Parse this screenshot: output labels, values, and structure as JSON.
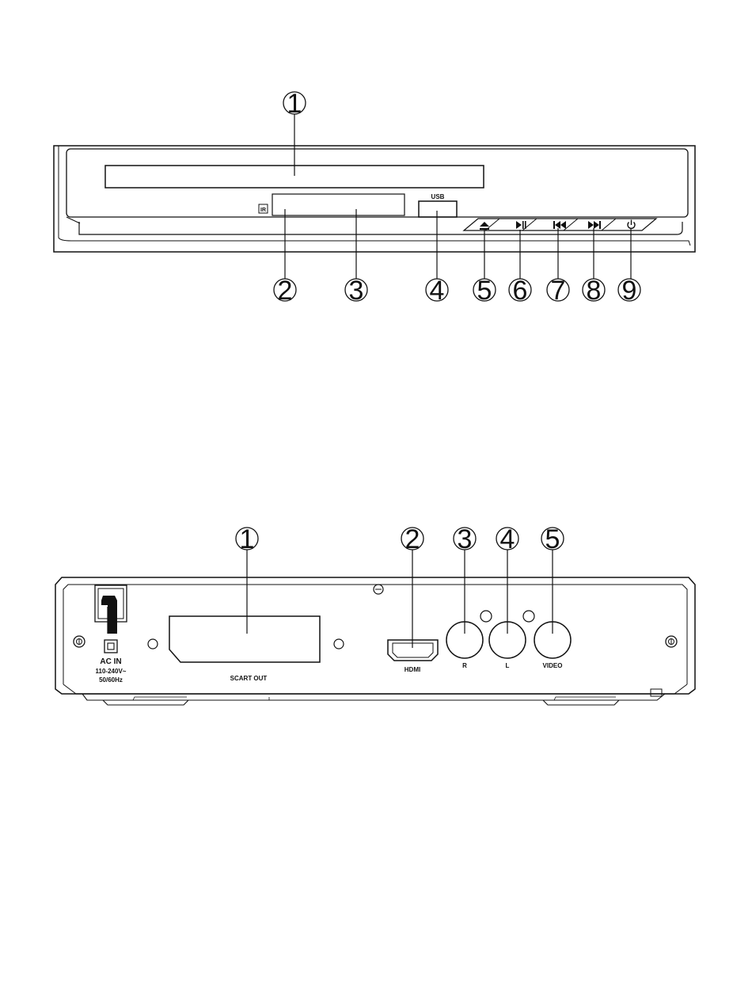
{
  "front_panel": {
    "callouts": [
      "1",
      "2",
      "3",
      "4",
      "5",
      "6",
      "7",
      "8",
      "9"
    ],
    "usb_label": "USB",
    "ir_label": "IR"
  },
  "rear_panel": {
    "callouts": [
      "1",
      "2",
      "3",
      "4",
      "5"
    ],
    "ac_in_label": "AC IN",
    "voltage_label": "110-240V~",
    "frequency_label": "50/60Hz",
    "scart_label": "SCART OUT",
    "hdmi_label": "HDMI",
    "audio_r_label": "R",
    "audio_l_label": "L",
    "video_label": "VIDEO"
  },
  "icons": [
    "eject-icon",
    "play-pause-icon",
    "previous-icon",
    "next-icon",
    "power-icon"
  ]
}
